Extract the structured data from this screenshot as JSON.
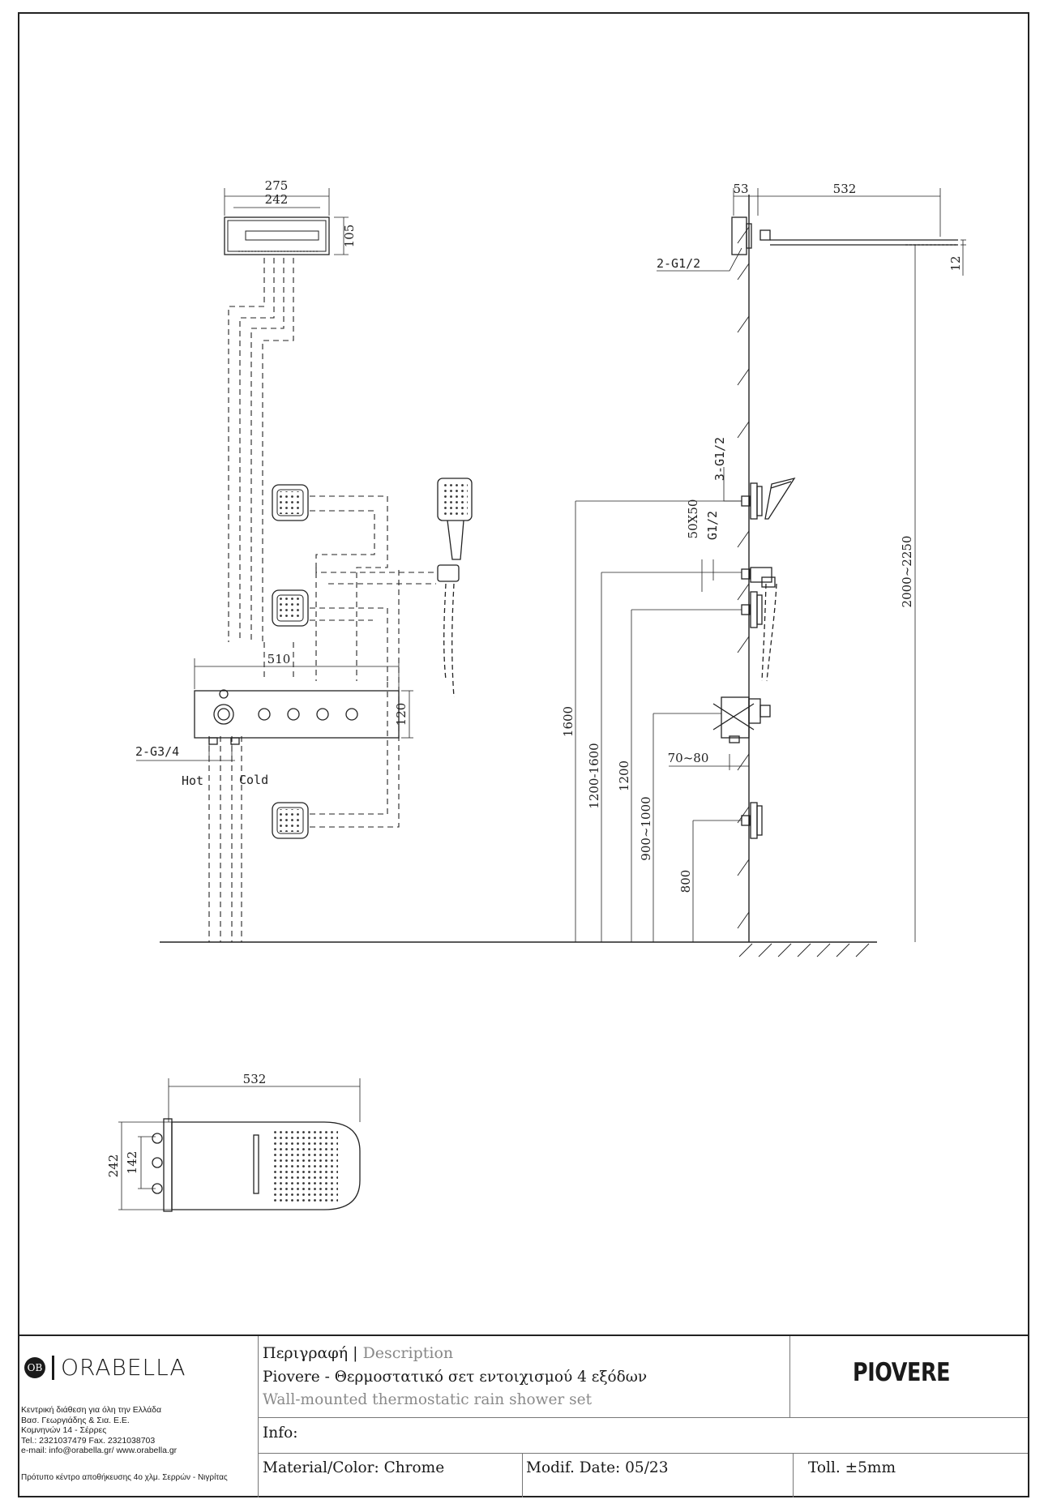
{
  "front_view": {
    "head_dims": [
      "275",
      "242",
      "105"
    ],
    "valve_dims": [
      "510",
      "120"
    ],
    "inlet_label": "2-G3/4",
    "hot_label": "Hot",
    "cold_label": "Cold"
  },
  "side_view": {
    "top_dims": [
      "53",
      "532",
      "12"
    ],
    "head_thread": "2-G1/2",
    "jets_thread": "3-G1/2",
    "outlet_size": "50X50",
    "outlet_thread": "G1/2",
    "heights": [
      "1600",
      "1200-1600",
      "1200",
      "900~1000",
      "800",
      "2000~2250"
    ],
    "depth": "70~80"
  },
  "plan_view": {
    "width": "532",
    "depth_outer": "242",
    "depth_inner": "142"
  },
  "title_block": {
    "brand": "ORABELLA",
    "logo_mark": "OB",
    "company_lines": [
      "Κεντρική διάθεση για όλη την Ελλάδα",
      "Βασ. Γεωργιάδης & Σια. Ε.Ε.",
      "Κομνηνών 14 - Σέρρες",
      "Tel.: 2321037479 Fax. 2321038703",
      "e-mail: info@orabella.gr/ www.orabella.gr"
    ],
    "store": "Πρότυπο κέντρο αποθήκευσης 4ο χλμ. Σερρών - Νιγρίτας",
    "desc_head_gr": "Περιγραφή",
    "desc_sep": " | ",
    "desc_head_en": "Description",
    "desc_gr": "Piovere - Θερμοστατικό σετ εντοιχισμού 4 εξόδων",
    "desc_en": "Wall-mounted thermostatic rain shower set",
    "product": "PIOVERE",
    "info": "Info:",
    "material": "Material/Color: Chrome",
    "modif": "Modif. Date: 05/23",
    "toll": "Toll. ±5mm"
  }
}
